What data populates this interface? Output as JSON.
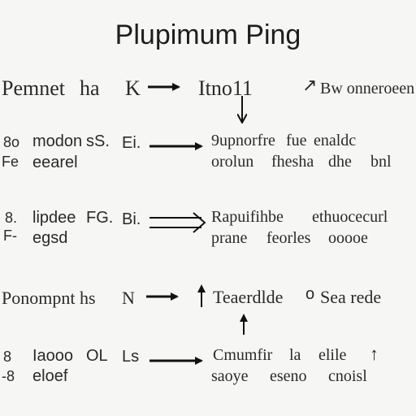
{
  "title": "Plupimum Ping",
  "rows": [
    {
      "left_a": "Pemnet",
      "left_b": "ha",
      "mid": "K",
      "right_main": "Itno11",
      "right_arrow_sym": "↗",
      "right_tail": "Bw onneroeen"
    },
    {
      "left_a": "8o",
      "left_b": "Fe",
      "left_c": "modon",
      "left_d": "sS.",
      "left_e": "eearel",
      "mid": "Ei.",
      "right_a": "9upnorfre",
      "right_b": "fue",
      "right_c": "enaldc",
      "right_d": "orolun",
      "right_e": "fhesha",
      "right_f": "dhe",
      "right_g": "bnl"
    },
    {
      "left_a": "8.",
      "left_b": "F-",
      "left_c": "lipdee",
      "left_d": "FG.",
      "left_e": "egsd",
      "mid": "Bi.",
      "right_a": "Rapuifihbe",
      "right_b": "ethuocecurl",
      "right_c": "prane",
      "right_d": "feorles",
      "right_e": "ooooe"
    },
    {
      "left_a": "Ponompnt",
      "left_b": "hs",
      "mid": "N",
      "right_a": "Teaerdlde",
      "right_b": "o",
      "right_c": "Sea rede"
    },
    {
      "left_a": "8",
      "left_b": "-8",
      "left_c": "Iaooo",
      "left_d": "OL",
      "left_e": "eloef",
      "mid": "Ls",
      "right_a": "Cmumfir",
      "right_b": "la",
      "right_c": "elile",
      "right_d": "↑",
      "right_e": "saoye",
      "right_f": "eseno",
      "right_g": "cnoisl"
    }
  ]
}
